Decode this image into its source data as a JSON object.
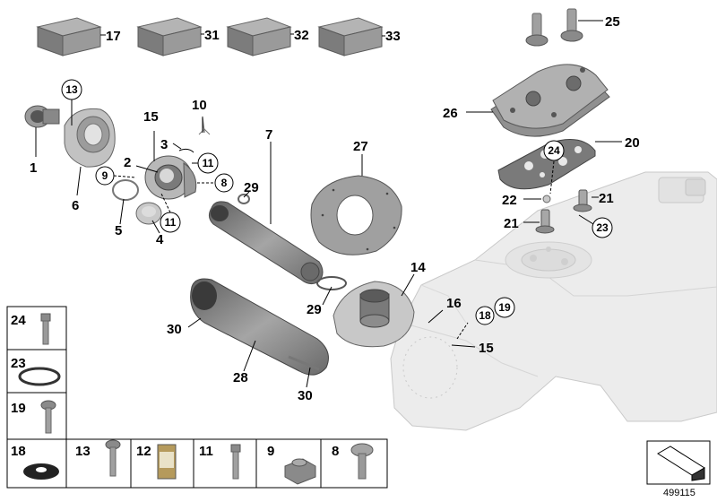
{
  "callouts": {
    "p17": "17",
    "p31": "31",
    "p32": "32",
    "p33": "33",
    "p25": "25",
    "p13": "13",
    "p1": "1",
    "p6": "6",
    "p15a": "15",
    "p10": "10",
    "p3": "3",
    "p2": "2",
    "p9": "9",
    "p11a": "11",
    "p8": "8",
    "p5": "5",
    "p4": "4",
    "p11b": "11",
    "p7": "7",
    "p29a": "29",
    "p27": "27",
    "p26": "26",
    "p20": "20",
    "p24": "24",
    "p22": "22",
    "p21a": "21",
    "p21b": "21",
    "p23": "23",
    "p14": "14",
    "p29b": "29",
    "p30a": "30",
    "p28": "28",
    "p30b": "30",
    "p16": "16",
    "p18": "18",
    "p19": "19",
    "p15b": "15"
  },
  "legend": {
    "c24": "24",
    "c23": "23",
    "c19": "19",
    "c18": "18",
    "c13": "13",
    "c12": "12",
    "c11": "11",
    "c9": "9",
    "c8": "8"
  },
  "reference_number": "499115",
  "colors": {
    "part_dark": "#8a8a8a",
    "part_mid": "#a9a9a9",
    "part_light": "#cfcfcf",
    "tank_fill": "#ececec",
    "line": "#000000"
  },
  "icons": {
    "corner": "navigation-arrow-icon"
  }
}
